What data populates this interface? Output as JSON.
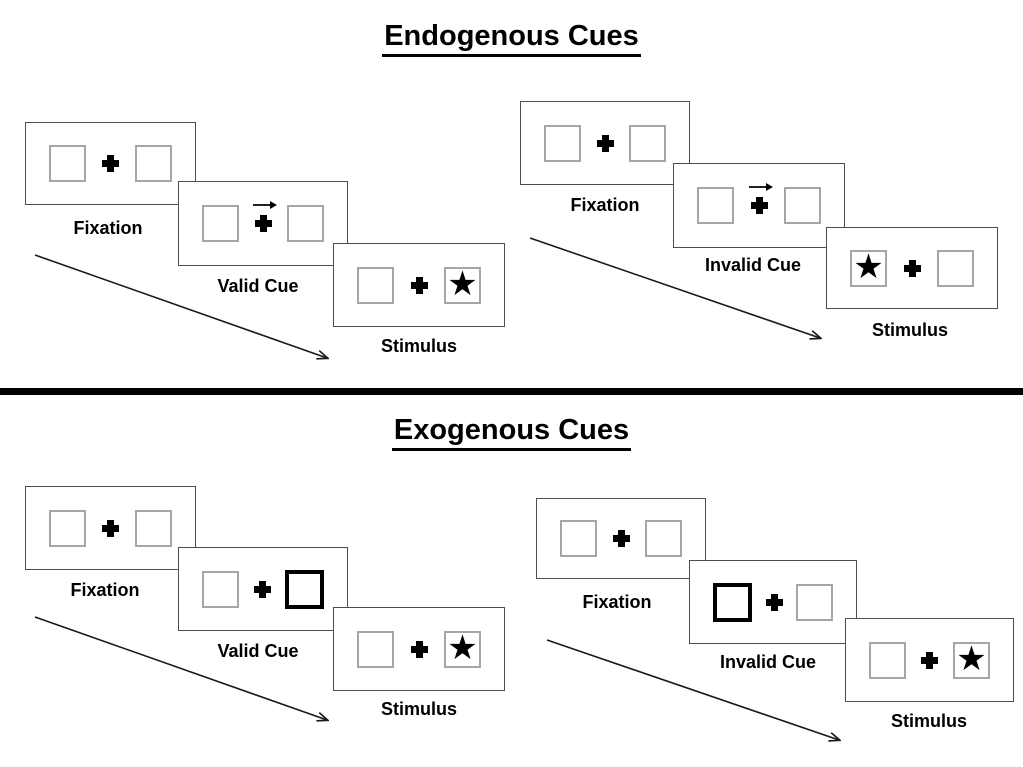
{
  "figure": {
    "type": "experiment-paradigm-diagram",
    "description_visible_text_only": true
  },
  "sections": [
    {
      "title": "Endogenous Cues",
      "groups": [
        {
          "name": "valid",
          "trials": [
            {
              "label": "Fixation"
            },
            {
              "label": "Valid Cue"
            },
            {
              "label": "Stimulus"
            }
          ]
        },
        {
          "name": "invalid",
          "trials": [
            {
              "label": "Fixation"
            },
            {
              "label": "Invalid Cue"
            },
            {
              "label": "Stimulus"
            }
          ]
        }
      ]
    },
    {
      "title": "Exogenous Cues",
      "groups": [
        {
          "name": "valid",
          "trials": [
            {
              "label": "Fixation"
            },
            {
              "label": "Valid Cue"
            },
            {
              "label": "Stimulus"
            }
          ]
        },
        {
          "name": "invalid",
          "trials": [
            {
              "label": "Fixation"
            },
            {
              "label": "Invalid Cue"
            },
            {
              "label": "Stimulus"
            }
          ]
        }
      ]
    }
  ],
  "glyphs": {
    "star": "★"
  },
  "colors": {
    "panel_border": "#4d4d4d",
    "box_border": "#a6a6a6",
    "emphasis_border": "#000000",
    "ink": "#000000",
    "background": "#ffffff"
  }
}
